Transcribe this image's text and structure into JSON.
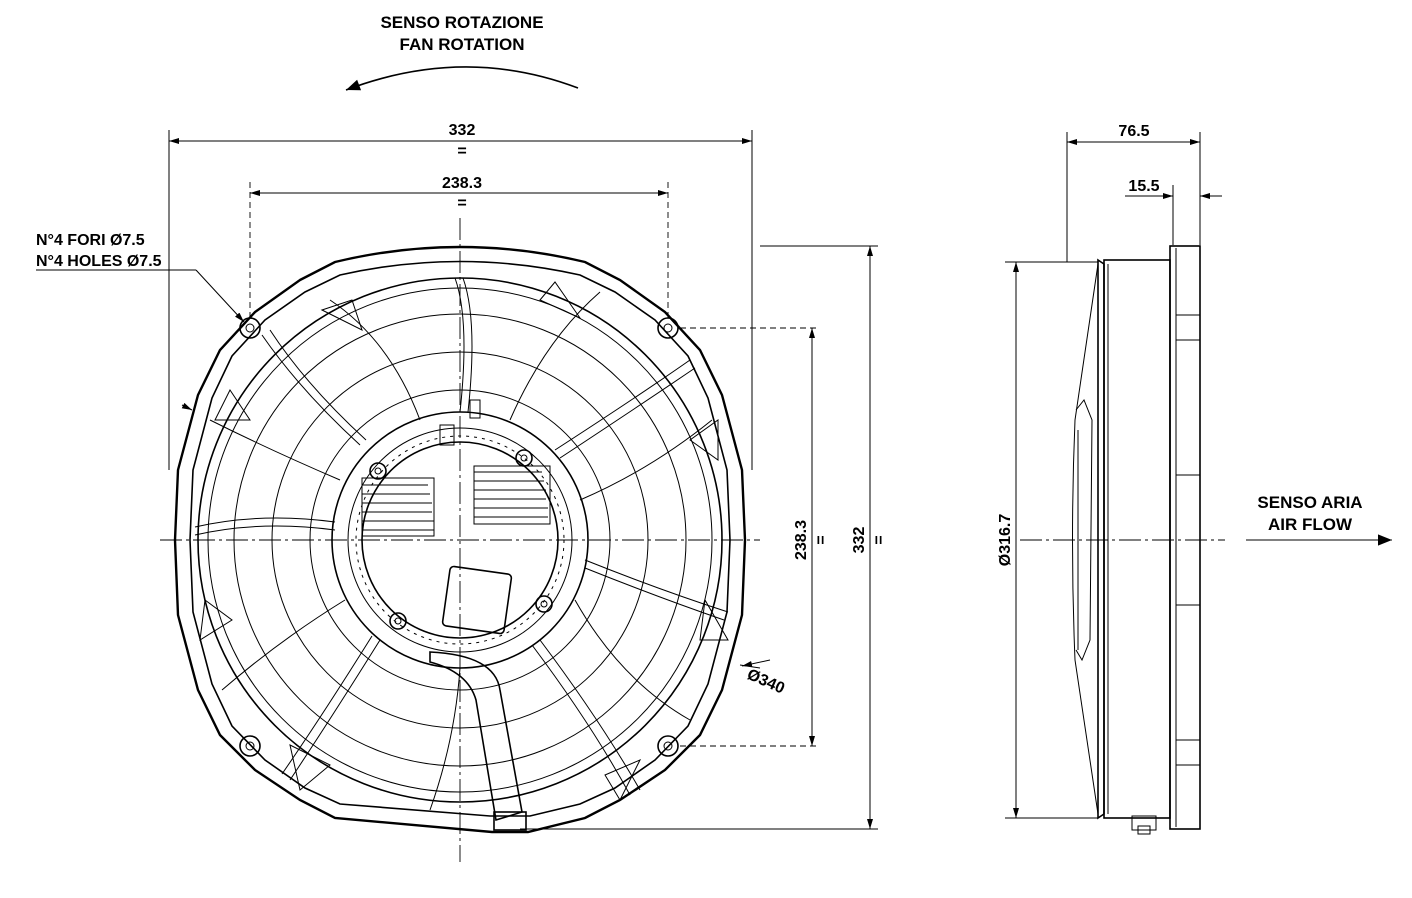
{
  "rotation_label": {
    "line1": "SENSO ROTAZIONE",
    "line2": "FAN ROTATION"
  },
  "holes_label": {
    "line1": "N°4 FORI Ø7.5",
    "line2": "N°4 HOLES Ø7.5"
  },
  "airflow_label": {
    "line1": "SENSO ARIA",
    "line2": "AIR FLOW"
  },
  "dimensions": {
    "overall_width": "332",
    "hole_spacing_width": "238.3",
    "hole_spacing_height": "238.3",
    "overall_height": "332",
    "outer_diameter": "Ø340",
    "side_diameter": "Ø316.7",
    "depth": "76.5",
    "flange_depth": "15.5"
  },
  "equal_mark": "="
}
